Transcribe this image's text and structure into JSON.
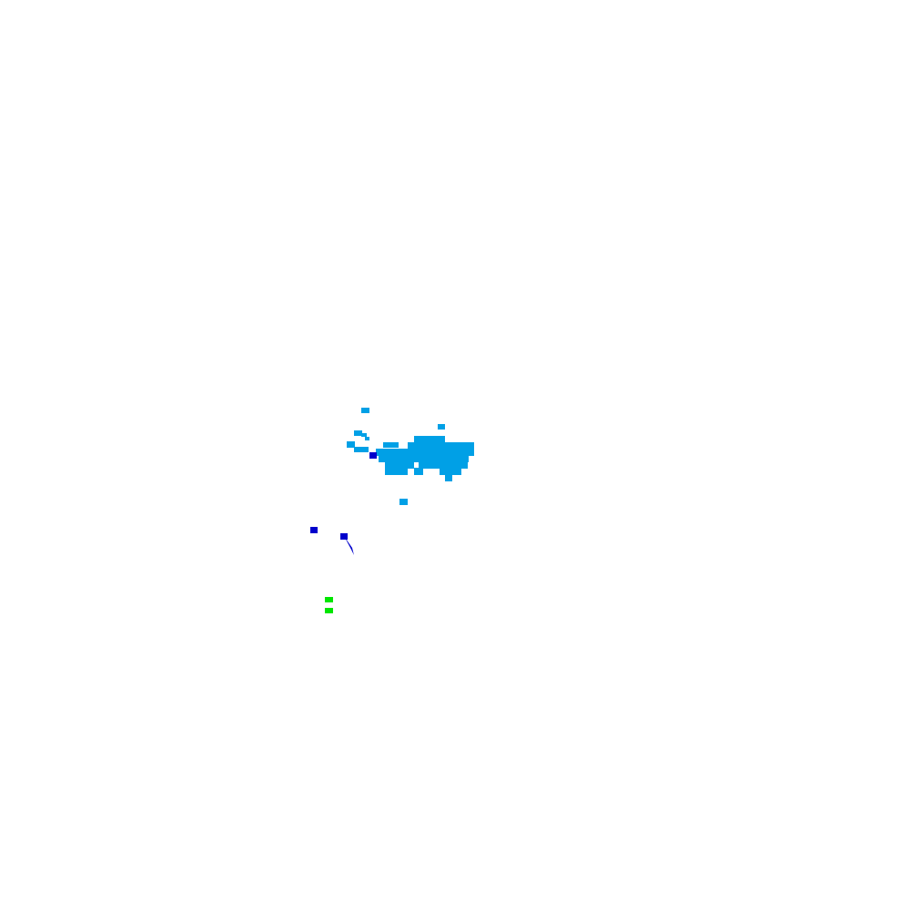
{
  "background_color": "#ffffff",
  "layers": [
    {
      "name": "light-blue-cells",
      "color": "#00a0e6"
    },
    {
      "name": "dark-blue-cells",
      "color": "#0000cc"
    },
    {
      "name": "green-cells",
      "color": "#00e600"
    }
  ]
}
